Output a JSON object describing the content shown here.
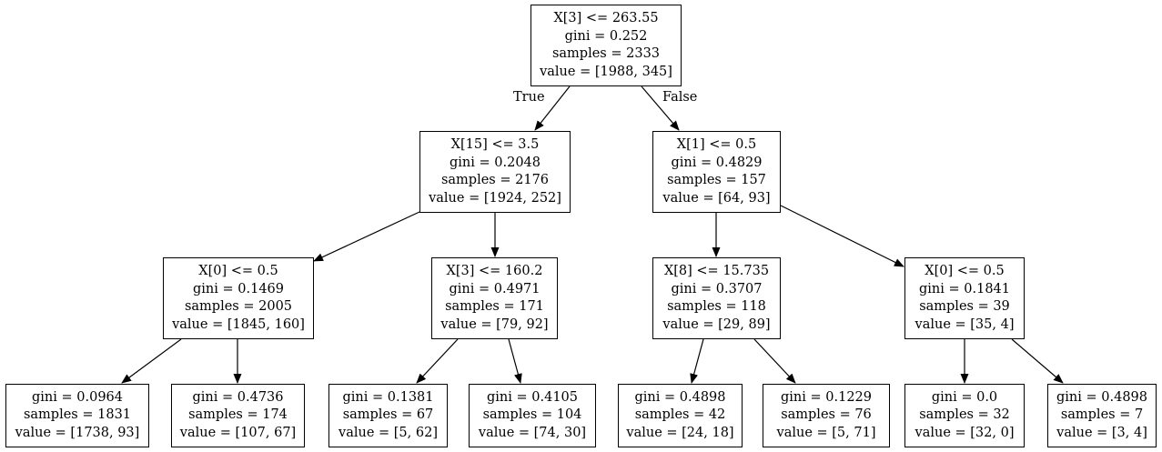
{
  "tree": {
    "nodes": [
      {
        "id": "n0",
        "lines": [
          "X[3] <= 263.55",
          "gini = 0.252",
          "samples = 2333",
          "value = [1988, 345]"
        ]
      },
      {
        "id": "n1",
        "lines": [
          "X[15] <= 3.5",
          "gini = 0.2048",
          "samples = 2176",
          "value = [1924, 252]"
        ]
      },
      {
        "id": "n2",
        "lines": [
          "X[1] <= 0.5",
          "gini = 0.4829",
          "samples = 157",
          "value = [64, 93]"
        ]
      },
      {
        "id": "n3",
        "lines": [
          "X[0] <= 0.5",
          "gini = 0.1469",
          "samples = 2005",
          "value = [1845, 160]"
        ]
      },
      {
        "id": "n4",
        "lines": [
          "X[3] <= 160.2",
          "gini = 0.4971",
          "samples = 171",
          "value = [79, 92]"
        ]
      },
      {
        "id": "n5",
        "lines": [
          "X[8] <= 15.735",
          "gini = 0.3707",
          "samples = 118",
          "value = [29, 89]"
        ]
      },
      {
        "id": "n6",
        "lines": [
          "X[0] <= 0.5",
          "gini = 0.1841",
          "samples = 39",
          "value = [35, 4]"
        ]
      },
      {
        "id": "n7",
        "lines": [
          "gini = 0.0964",
          "samples = 1831",
          "value = [1738, 93]"
        ]
      },
      {
        "id": "n8",
        "lines": [
          "gini = 0.4736",
          "samples = 174",
          "value = [107, 67]"
        ]
      },
      {
        "id": "n9",
        "lines": [
          "gini = 0.1381",
          "samples = 67",
          "value = [5, 62]"
        ]
      },
      {
        "id": "n10",
        "lines": [
          "gini = 0.4105",
          "samples = 104",
          "value = [74, 30]"
        ]
      },
      {
        "id": "n11",
        "lines": [
          "gini = 0.4898",
          "samples = 42",
          "value = [24, 18]"
        ]
      },
      {
        "id": "n12",
        "lines": [
          "gini = 0.1229",
          "samples = 76",
          "value = [5, 71]"
        ]
      },
      {
        "id": "n13",
        "lines": [
          "gini = 0.0",
          "samples = 32",
          "value = [32, 0]"
        ]
      },
      {
        "id": "n14",
        "lines": [
          "gini = 0.4898",
          "samples = 7",
          "value = [3, 4]"
        ]
      }
    ],
    "edges": [
      {
        "from": "n0",
        "to": "n1",
        "label": "True"
      },
      {
        "from": "n0",
        "to": "n2",
        "label": "False"
      },
      {
        "from": "n1",
        "to": "n3"
      },
      {
        "from": "n1",
        "to": "n4"
      },
      {
        "from": "n2",
        "to": "n5"
      },
      {
        "from": "n2",
        "to": "n6"
      },
      {
        "from": "n3",
        "to": "n7"
      },
      {
        "from": "n3",
        "to": "n8"
      },
      {
        "from": "n4",
        "to": "n9"
      },
      {
        "from": "n4",
        "to": "n10"
      },
      {
        "from": "n5",
        "to": "n11"
      },
      {
        "from": "n5",
        "to": "n12"
      },
      {
        "from": "n6",
        "to": "n13"
      },
      {
        "from": "n6",
        "to": "n14"
      }
    ]
  }
}
